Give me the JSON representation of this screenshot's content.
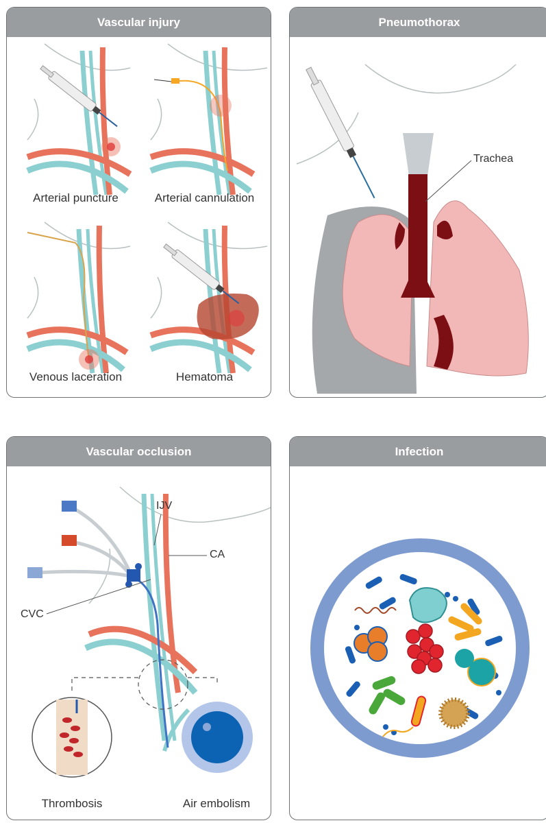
{
  "panels": {
    "vascular_injury": {
      "title": "Vascular injury",
      "captions": [
        "Arterial puncture",
        "Arterial cannulation",
        "Venous laceration",
        "Hematoma"
      ]
    },
    "pneumothorax": {
      "title": "Pneumothorax",
      "labels": {
        "trachea": "Trachea"
      }
    },
    "vascular_occlusion": {
      "title": "Vascular occlusion",
      "labels": {
        "ijv": "IJV",
        "ca": "CA",
        "cvc": "CVC"
      },
      "captions": [
        "Thrombosis",
        "Air embolism"
      ]
    },
    "infection": {
      "title": "Infection"
    }
  },
  "colors": {
    "artery": "#e8735c",
    "vein": "#8ccfd0",
    "lung": "#f2b8b8",
    "collapsed_lung": "#a4a8aa",
    "trachea": "#7c0f14",
    "petri_ring": "#7e9bd0",
    "header": "#9a9d9f"
  }
}
